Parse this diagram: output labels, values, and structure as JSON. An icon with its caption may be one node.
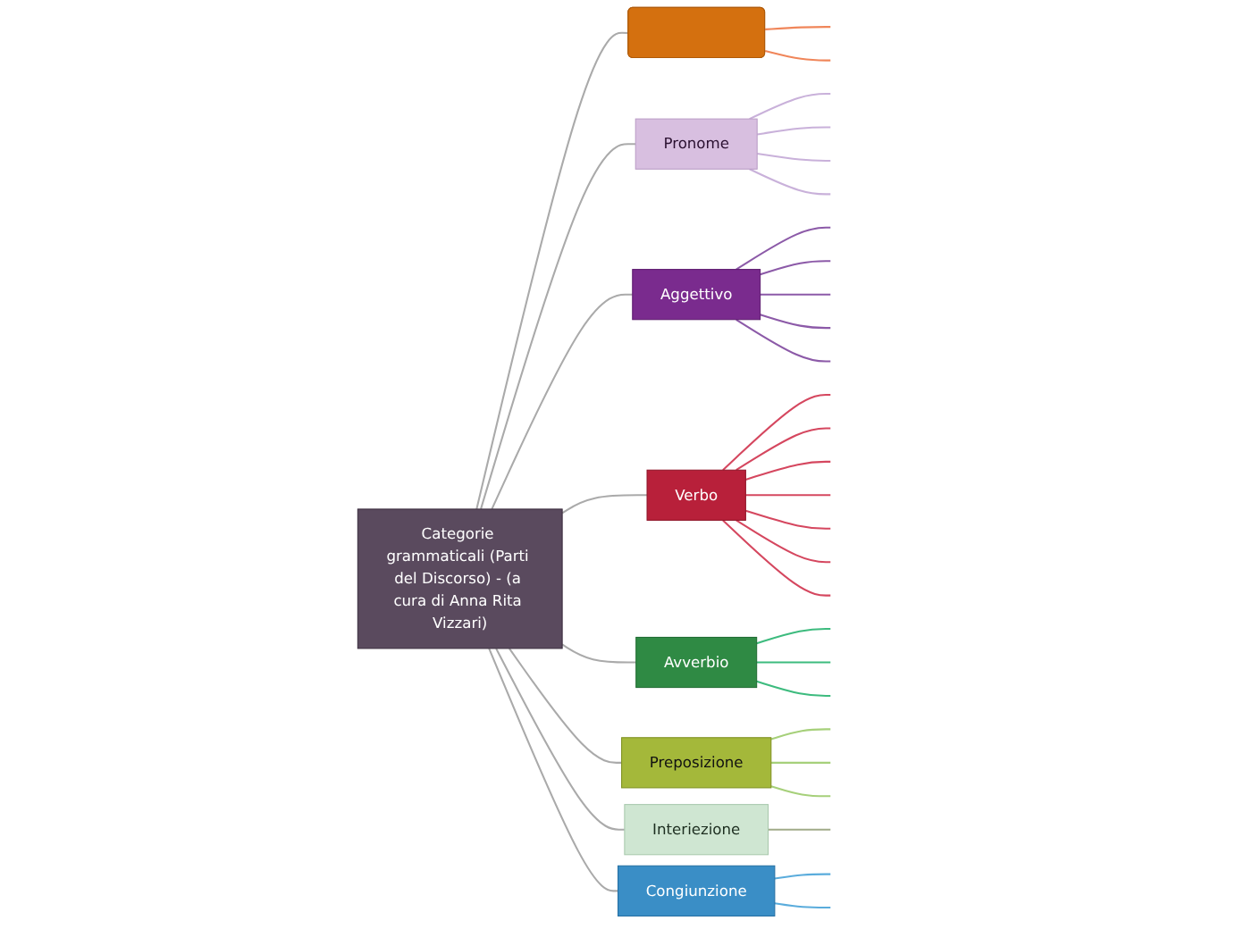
{
  "diagram": {
    "nodes": [
      {
        "text": [
          "Categorie grammaticali (Parti del Discorso) - (a cura di Anna Rita Vizzari)"
        ]
      },
      {
        "text": [],
        "shape": "box"
      },
      {
        "text": [
          "Pronome"
        ]
      },
      {
        "text": [
          "Aggettivo"
        ]
      },
      {
        "text": [
          "Verbo"
        ]
      },
      {
        "text": [
          "Avverbio"
        ]
      },
      {
        "text": [
          "Preposizione"
        ]
      },
      {
        "text": [
          "Interiezione"
        ]
      },
      {
        "text": [
          "Congiunzione"
        ]
      }
    ],
    "edges": [
      {
        "from": 0,
        "to": 1,
        "arrow": "none"
      },
      {
        "from": 0,
        "to": 2,
        "arrow": "none"
      },
      {
        "from": 0,
        "to": 3,
        "arrow": "none"
      },
      {
        "from": 0,
        "to": 4,
        "arrow": "none"
      },
      {
        "from": 0,
        "to": 5,
        "arrow": "none"
      },
      {
        "from": 0,
        "to": 6,
        "arrow": "none"
      },
      {
        "from": 0,
        "to": 7,
        "arrow": "none"
      },
      {
        "from": 0,
        "to": 8,
        "arrow": "none"
      },
      {
        "from": 1,
        "to": null,
        "arrow": "none",
        "color": "#f0865a"
      },
      {
        "from": 1,
        "to": null,
        "arrow": "none",
        "color": "#f0865a"
      },
      {
        "from": 2,
        "to": null,
        "arrow": "none",
        "color": "#c9b1da"
      },
      {
        "from": 2,
        "to": null,
        "arrow": "none",
        "color": "#c9b1da"
      },
      {
        "from": 2,
        "to": null,
        "arrow": "none",
        "color": "#c9b1da"
      },
      {
        "from": 2,
        "to": null,
        "arrow": "none",
        "color": "#c9b1da"
      },
      {
        "from": 3,
        "to": null,
        "arrow": "none",
        "color": "#8c5aa8"
      },
      {
        "from": 3,
        "to": null,
        "arrow": "none",
        "color": "#8c5aa8"
      },
      {
        "from": 3,
        "to": null,
        "arrow": "none",
        "color": "#8c5aa8"
      },
      {
        "from": 3,
        "to": null,
        "arrow": "none",
        "color": "#8c5aa8"
      },
      {
        "from": 3,
        "to": null,
        "arrow": "none",
        "color": "#8c5aa8"
      },
      {
        "from": 4,
        "to": null,
        "arrow": "none",
        "color": "#d5475f"
      },
      {
        "from": 4,
        "to": null,
        "arrow": "none",
        "color": "#d5475f"
      },
      {
        "from": 4,
        "to": null,
        "arrow": "none",
        "color": "#d5475f"
      },
      {
        "from": 4,
        "to": null,
        "arrow": "none",
        "color": "#d5475f"
      },
      {
        "from": 4,
        "to": null,
        "arrow": "none",
        "color": "#d5475f"
      },
      {
        "from": 4,
        "to": null,
        "arrow": "none",
        "color": "#d5475f"
      },
      {
        "from": 4,
        "to": null,
        "arrow": "none",
        "color": "#d5475f"
      },
      {
        "from": 5,
        "to": null,
        "arrow": "none",
        "color": "#3dbb7e"
      },
      {
        "from": 5,
        "to": null,
        "arrow": "none",
        "color": "#3dbb7e"
      },
      {
        "from": 5,
        "to": null,
        "arrow": "none",
        "color": "#3dbb7e"
      },
      {
        "from": 6,
        "to": null,
        "arrow": "none",
        "color": "#a6d07a"
      },
      {
        "from": 6,
        "to": null,
        "arrow": "none",
        "color": "#a6d07a"
      },
      {
        "from": 6,
        "to": null,
        "arrow": "none",
        "color": "#a6d07a"
      },
      {
        "from": 7,
        "to": null,
        "arrow": "none",
        "color": "#a0aa88"
      },
      {
        "from": 8,
        "to": null,
        "arrow": "none",
        "color": "#5aacdc"
      },
      {
        "from": 8,
        "to": null,
        "arrow": "none",
        "color": "#5aacdc"
      }
    ]
  }
}
